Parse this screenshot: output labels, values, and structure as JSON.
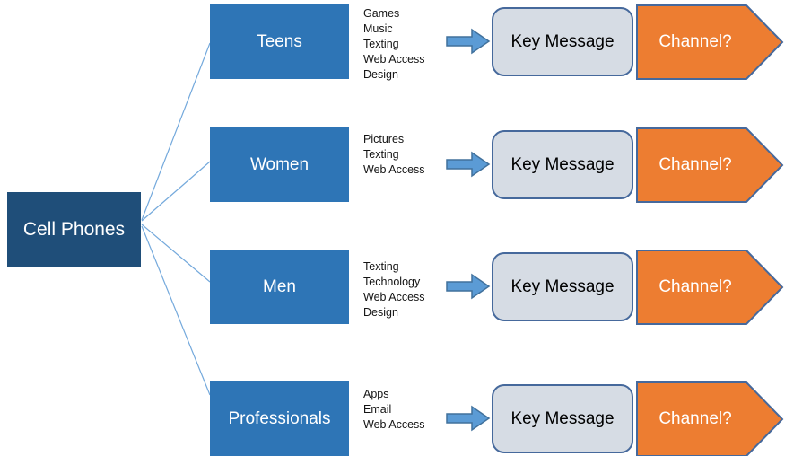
{
  "diagram": {
    "root": {
      "label": "Cell Phones"
    },
    "rows": [
      {
        "segment": "Teens",
        "features": [
          "Games",
          "Music",
          "Texting",
          "Web Access",
          "Design"
        ],
        "key_message": "Key Message",
        "channel": "Channel?"
      },
      {
        "segment": "Women",
        "features": [
          "Pictures",
          "Texting",
          "Web Access"
        ],
        "key_message": "Key Message",
        "channel": "Channel?"
      },
      {
        "segment": "Men",
        "features": [
          "Texting",
          "Technology",
          "Web Access",
          "Design"
        ],
        "key_message": "Key Message",
        "channel": "Channel?"
      },
      {
        "segment": "Professionals",
        "features": [
          "Apps",
          "Email",
          "Web Access"
        ],
        "key_message": "Key Message",
        "channel": "Channel?"
      }
    ],
    "colors": {
      "root_fill": "#1F4E79",
      "segment_fill": "#2E75B6",
      "arrow_fill": "#5B9BD5",
      "arrow_border": "#41719C",
      "key_message_fill": "#D6DCE4",
      "key_message_border": "#46699C",
      "channel_fill": "#ED7D31",
      "channel_border": "#46699C",
      "connector_line": "#74A9DC",
      "text_dark": "#141414",
      "text_light": "#FFFFFF"
    }
  }
}
